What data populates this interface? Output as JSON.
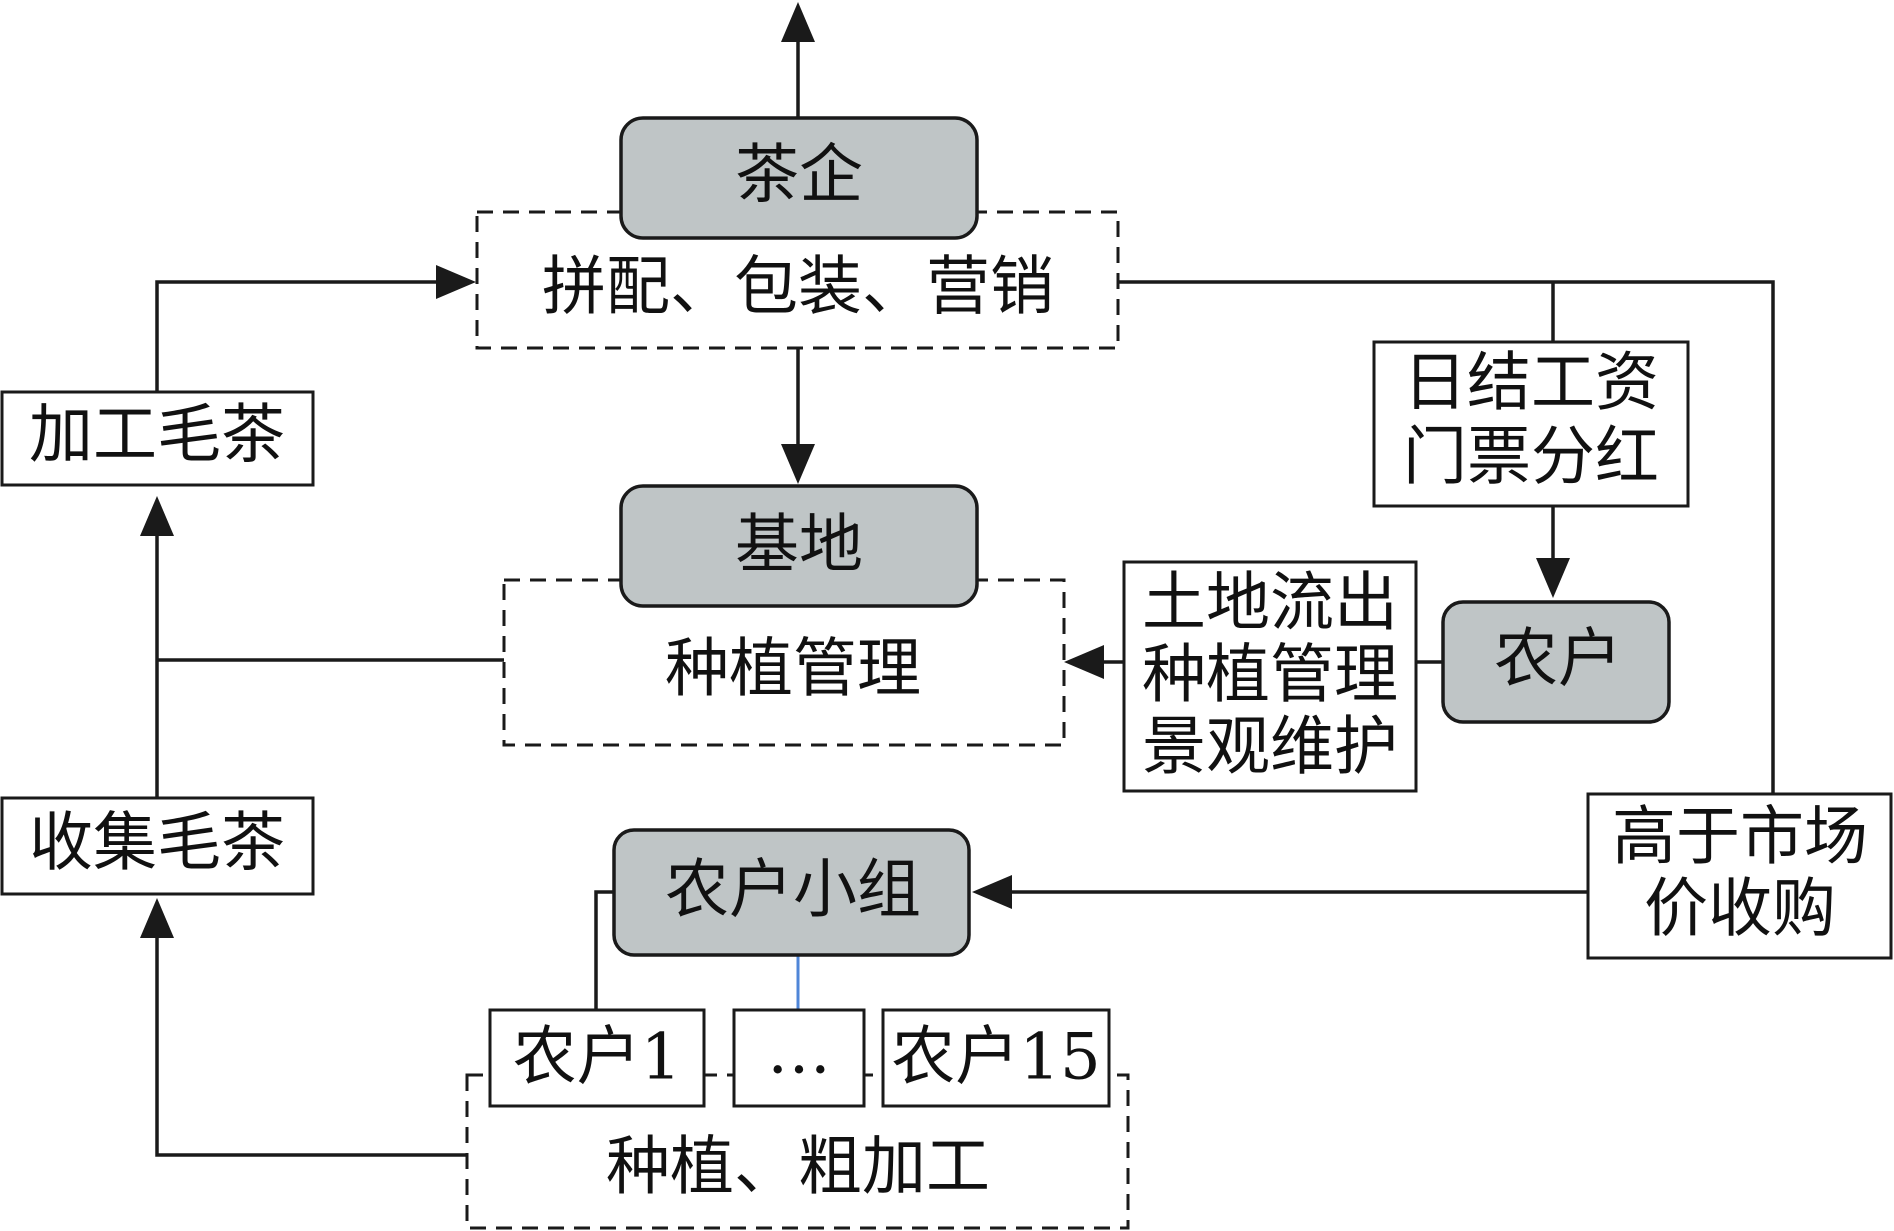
{
  "nodes": {
    "tea_enterprise": "茶企",
    "blend_pack_market": "拼配、包装、营销",
    "base": "基地",
    "planting_management": "种植管理",
    "process_crude_tea": "加工毛茶",
    "collect_crude_tea": "收集毛茶",
    "daily_wages_line1": "日结工资",
    "daily_wages_line2": "门票分红",
    "farmer": "农户",
    "land_transfer_line1": "土地流出",
    "land_transfer_line2": "种植管理",
    "land_transfer_line3": "景观维护",
    "above_market_line1": "高于市场",
    "above_market_line2": "价收购",
    "farmer_group": "农户小组",
    "farmer_1": "农户1",
    "ellipsis": "…",
    "farmer_15": "农户15",
    "planting_rough_processing": "种植、粗加工"
  },
  "colors": {
    "gray_node_fill": "#bfc5c6",
    "stroke": "#1a1a1a",
    "blue_connector": "#4f86d8"
  }
}
